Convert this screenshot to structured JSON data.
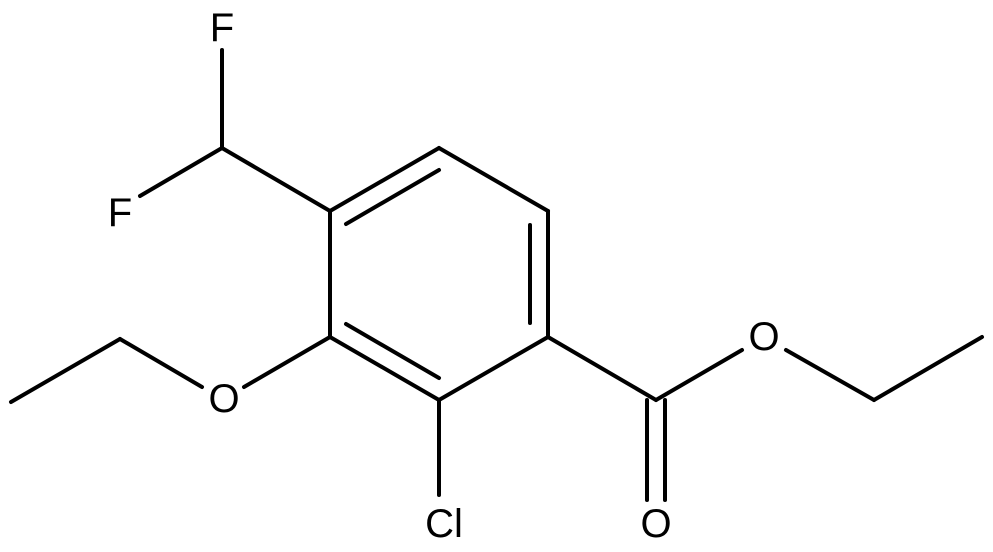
{
  "molecule": {
    "atoms": {
      "f_top": "F",
      "f_left": "F",
      "o_ether": "O",
      "o_ester": "O",
      "o_carbonyl": "O",
      "cl": "Cl"
    }
  }
}
